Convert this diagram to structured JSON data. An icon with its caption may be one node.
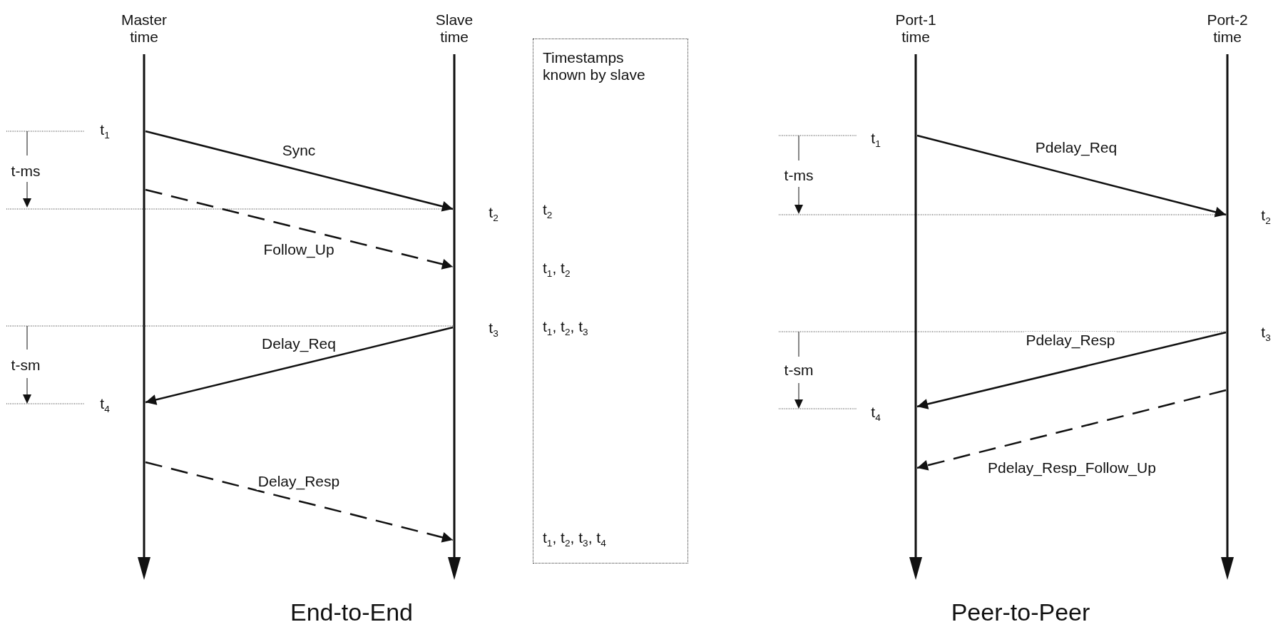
{
  "diagram": {
    "nodes": [
      {
        "text": [
          "Master time"
        ]
      },
      {
        "text": [
          "Slave time"
        ]
      },
      {
        "text": [
          "Timestamps known by slave",
          "t$_{2}$",
          "t$_{1}$, t$_{2}$",
          "t$_{1}$, t$_{2}$, t$_{3}$",
          "t$_{1}$, t$_{2}$, t$_{3}$, t$_{4}$"
        ]
      },
      {
        "text": [
          "Port-1 time"
        ]
      },
      {
        "text": [
          "Port-2 time"
        ]
      }
    ],
    "edges": [
      {
        "from": 0,
        "to": 1,
        "arrow": "to",
        "label": "Sync"
      },
      {
        "from": 0,
        "to": 1,
        "arrow": "to",
        "label": "Follow_Up",
        "style": "dashed"
      },
      {
        "from": 1,
        "to": 0,
        "arrow": "to",
        "label": "Delay_Req"
      },
      {
        "from": 0,
        "to": 1,
        "arrow": "to",
        "label": "Delay_Resp",
        "style": "dashed"
      },
      {
        "from": 3,
        "to": 4,
        "arrow": "to",
        "label": "Pdelay_Req"
      },
      {
        "from": 4,
        "to": 3,
        "arrow": "to",
        "label": "Pdelay_Resp"
      },
      {
        "from": 4,
        "to": 3,
        "arrow": "to",
        "label": "Pdelay_Resp_Follow_Up",
        "style": "dashed"
      }
    ],
    "labels": [
      "t$_{1}$",
      "t-ms",
      "t$_{2}$",
      "t$_{3}$",
      "t-sm",
      "t$_{4}$",
      "t$_{1}$",
      "t-ms",
      "t$_{2}$",
      "t$_{3}$",
      "t-sm",
      "t$_{4}$",
      "End-to-End",
      "Peer-to-Peer"
    ]
  }
}
